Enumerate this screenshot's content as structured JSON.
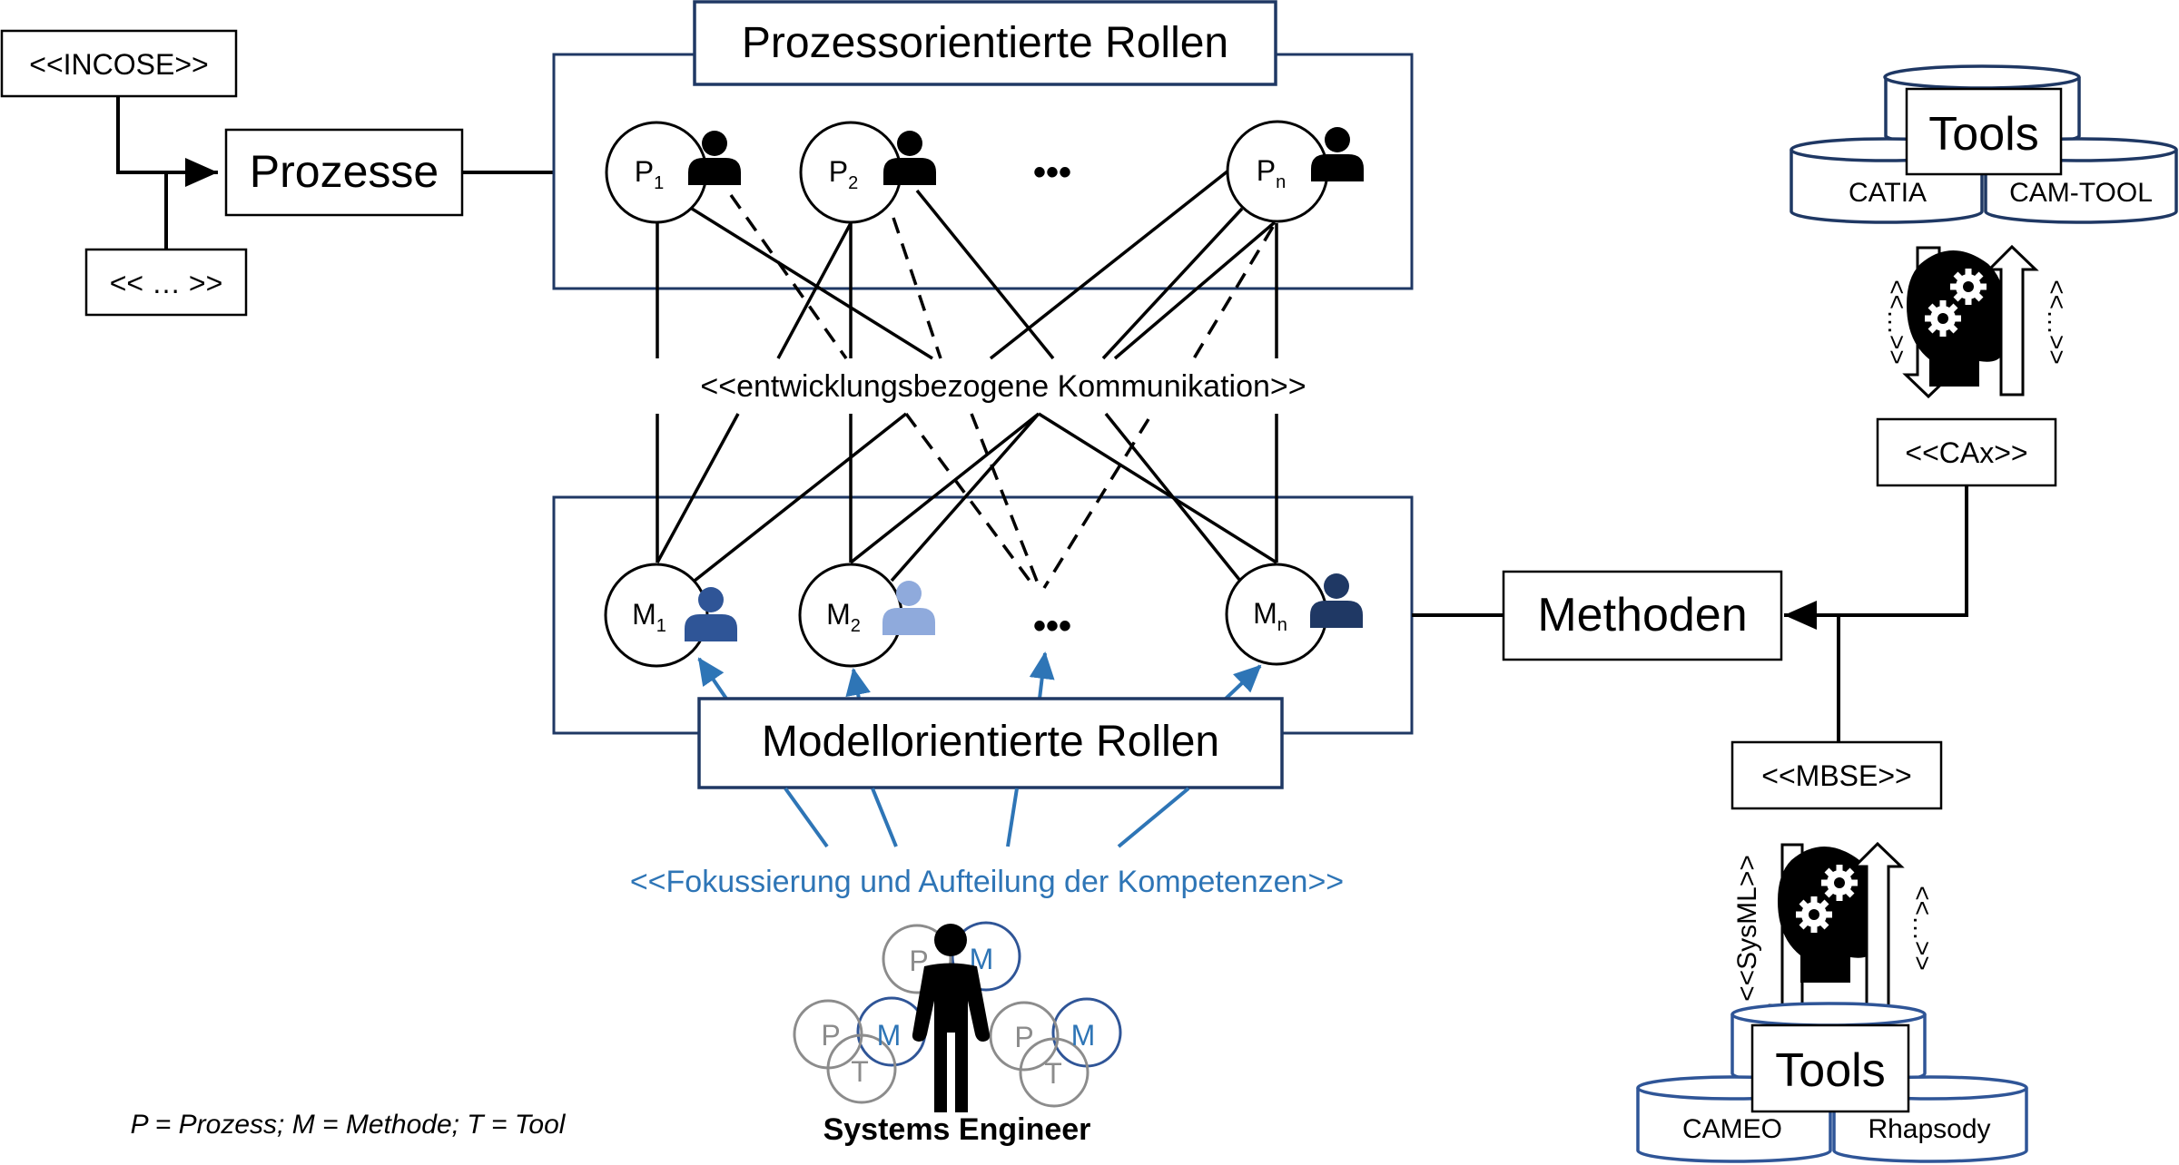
{
  "left": {
    "incose_label": "<<INCOSE>>",
    "other_label": "<< … >>",
    "processes_label": "Prozesse"
  },
  "process_roles": {
    "title": "Prozessorientierte Rollen",
    "nodes": [
      {
        "letter": "P",
        "sub": "1",
        "person_color": "#000000"
      },
      {
        "letter": "P",
        "sub": "2",
        "person_color": "#000000"
      },
      {
        "letter": "P",
        "sub": "n",
        "person_color": "#000000"
      }
    ],
    "ellipsis": "•••"
  },
  "communication_label": "<<entwicklungsbezogene Kommunikation>>",
  "model_roles": {
    "title": "Modellorientierte Rollen",
    "nodes": [
      {
        "letter": "M",
        "sub": "1",
        "person_color": "#2F5597"
      },
      {
        "letter": "M",
        "sub": "2",
        "person_color": "#8FAADC"
      },
      {
        "letter": "M",
        "sub": "n",
        "person_color": "#1F3864"
      }
    ],
    "ellipsis": "•••"
  },
  "focus_label": "<<Fokussierung und Aufteilung der Kompetenzen>>",
  "systems_engineer": {
    "label": "Systems Engineer",
    "skill_letters": {
      "process": "P",
      "method": "M",
      "tool": "T"
    }
  },
  "legend": "P = Prozess; M = Methode; T = Tool",
  "right": {
    "methods_label": "Methoden",
    "cax_label": "<<CAx>>",
    "mbse_label": "<<MBSE>>",
    "cax_vertical_left": "<<…>>",
    "cax_vertical_right": "<<…>>",
    "mbse_vertical_left": "<<SysML>>",
    "mbse_vertical_right": "<<…>>",
    "tools_top": {
      "title": "Tools",
      "left": "CATIA",
      "right": "CAM-TOOL"
    },
    "tools_bottom": {
      "title": "Tools",
      "left": "CAMEO",
      "right": "Rhapsody"
    }
  },
  "colors": {
    "navy": "#1F3864",
    "accent_blue": "#2E75B6",
    "medium_blue": "#2F5597",
    "light_blue": "#8FAADC",
    "skill_grey": "#8C8C8C"
  }
}
